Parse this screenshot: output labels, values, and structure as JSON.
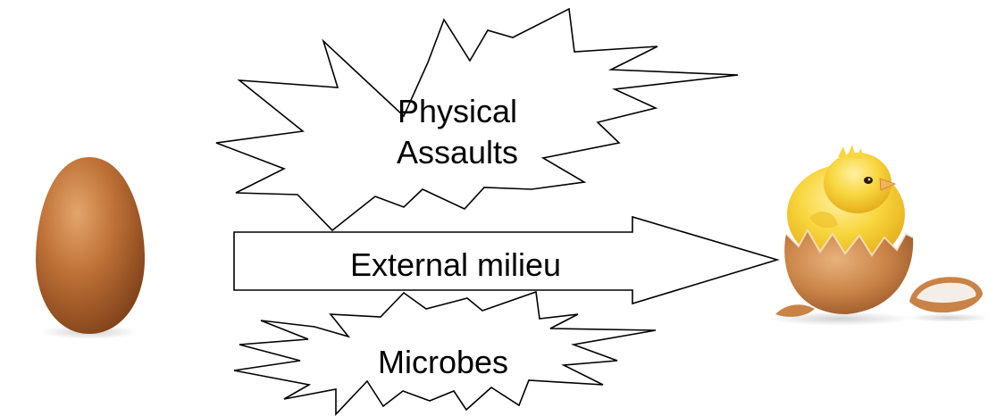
{
  "diagram": {
    "burst_top": {
      "line1": "Physical",
      "line2": "Assaults"
    },
    "arrow": {
      "label": "External milieu"
    },
    "burst_bottom": {
      "label": "Microbes"
    }
  },
  "colors": {
    "outline": "#000000",
    "shape_fill": "#ffffff",
    "egg_main": "#b86b35",
    "egg_highlight": "#e0a46d",
    "egg_shadow": "#7a3f17",
    "shell_inner": "#f3efe8",
    "chick_yellow": "#f6cc2c",
    "chick_light": "#fde680",
    "beak": "#f2b25b"
  },
  "icons": [
    "brown-egg-image",
    "hatching-chick-image",
    "eggshell-fragment-image"
  ]
}
